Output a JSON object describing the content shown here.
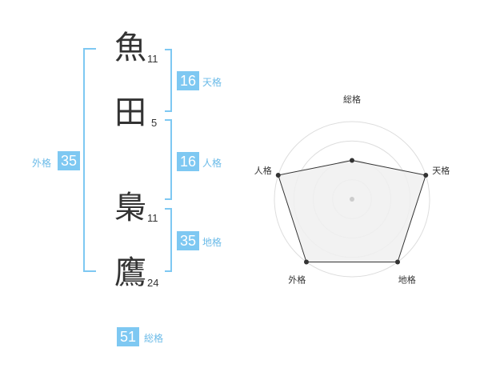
{
  "name": {
    "chars": [
      {
        "char": "魚",
        "strokes": "11"
      },
      {
        "char": "田",
        "strokes": "5"
      },
      {
        "char": "梟",
        "strokes": "11"
      },
      {
        "char": "鷹",
        "strokes": "24"
      }
    ]
  },
  "kakusu": {
    "tenkaku": {
      "value": "16",
      "label": "天格"
    },
    "jinkaku": {
      "value": "16",
      "label": "人格"
    },
    "chikaku": {
      "value": "35",
      "label": "地格"
    },
    "gaikaku": {
      "value": "35",
      "label": "外格"
    },
    "soukaku": {
      "value": "51",
      "label": "総格"
    }
  },
  "chart_data": {
    "type": "radar",
    "axes": [
      "総格",
      "天格",
      "地格",
      "外格",
      "人格"
    ],
    "values": [
      0.5,
      1.0,
      1.0,
      1.0,
      1.0
    ],
    "rings": 4,
    "colors": {
      "fill": "#f0f0f0",
      "line": "#333333",
      "ring": "#dddddd",
      "center": "#cccccc"
    }
  }
}
